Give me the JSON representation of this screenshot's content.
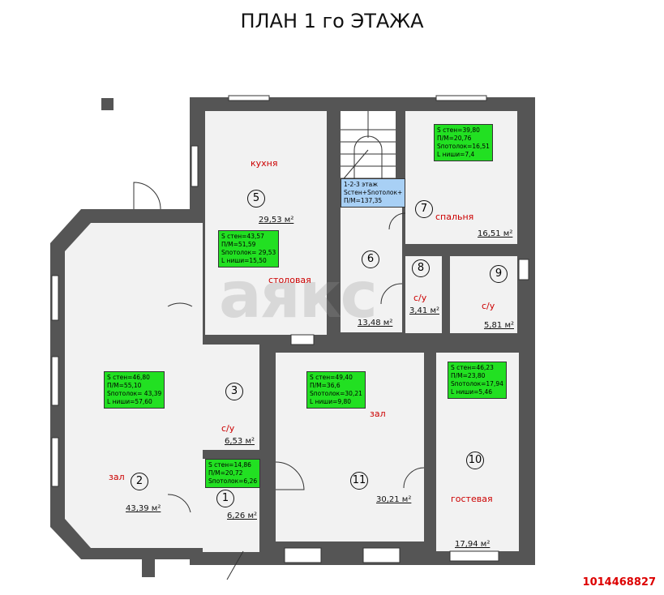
{
  "title": "ПЛАН 1 го ЭТАЖА",
  "watermark": "аякс",
  "listing_code": "1014468827",
  "colors": {
    "wall": "#555555",
    "floor": "#f2f2f2",
    "info_box": "#22e022",
    "stair_box": "#a8d0f5",
    "room_label": "#cc0000"
  },
  "stair_note": "1-2-3 этаж\nScтен+Snотолок+\nП/М=137,35",
  "rooms": [
    {
      "num": "1",
      "label": "",
      "area": "6,26 м²",
      "info": "S стен=14,86\nП/М=20,72\nSпотолок=6,26"
    },
    {
      "num": "2",
      "label": "зал",
      "area": "43,39 м²",
      "info": "S стен=46,80\nП/М=55,10\nSпотолок= 43,39\nL ниши=57,60"
    },
    {
      "num": "3",
      "label": "с/у",
      "area": "6,53 м²",
      "info": ""
    },
    {
      "num": "5",
      "label": "кухня",
      "area": "29,53 м²",
      "info": "S стен=43,57\nП/М=51,59\nSпотолок= 29,53\nL ниши=15,50",
      "label2": "столовая"
    },
    {
      "num": "6",
      "label": "",
      "area": "13,48 м²",
      "info": ""
    },
    {
      "num": "7",
      "label": "спальня",
      "area": "16,51 м²",
      "info": "S стен=39,80\nП/М=20,76\nSпотолок=16,51\nL ниши=7,4"
    },
    {
      "num": "8",
      "label": "с/у",
      "area": "3,41 м²",
      "info": ""
    },
    {
      "num": "9",
      "label": "с/у",
      "area": "5,81 м²",
      "info": ""
    },
    {
      "num": "10",
      "label": "гостевая",
      "area": "17,94 м²",
      "info": "S стен=46,23\nП/М=23,80\nSпотолок=17,94\nL ниши=5,46"
    },
    {
      "num": "11",
      "label": "зал",
      "area": "30,21 м²",
      "info": "S стен=49,40\nП/М=36,6\nSпотолок=30,21\nL ниши=9,80"
    }
  ]
}
